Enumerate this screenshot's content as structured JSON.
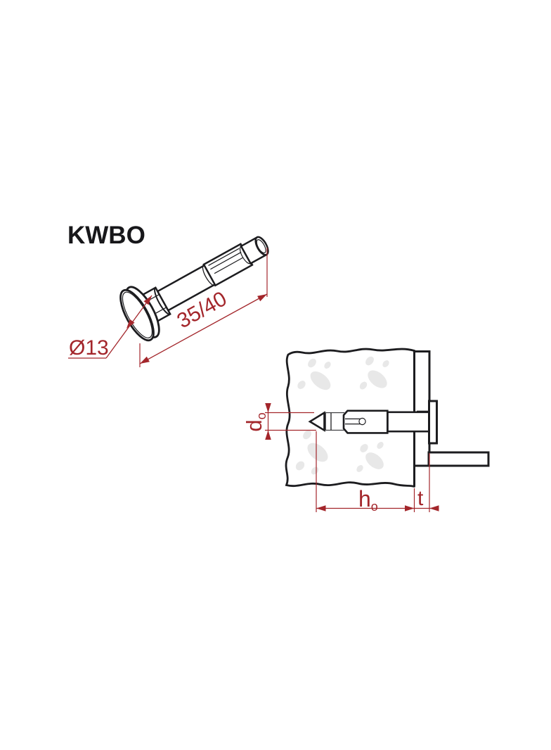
{
  "header": {
    "product_code": "KWBO"
  },
  "iso_view": {
    "dimensions": {
      "head_diameter": "Ø13",
      "lengths": "35/40"
    }
  },
  "section_view": {
    "dimensions": {
      "hole_diameter_base": "d",
      "hole_diameter_sub": "o",
      "anchorage_depth_base": "h",
      "anchorage_depth_sub": "o",
      "fixture_thickness": "t"
    }
  },
  "colors": {
    "outline_black": "#1c1c1f",
    "dimension_red": "#a3262b",
    "aggregate_gray": "#e8e8e8",
    "background": "#ffffff"
  }
}
